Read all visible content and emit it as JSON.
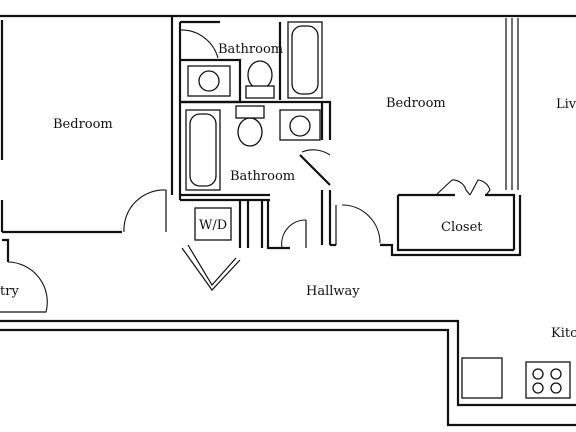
{
  "rooms": {
    "bedroom_left": "Bedroom",
    "bathroom_top": "Bathroom",
    "bedroom_right": "Bedroom",
    "living_partial": "Liv",
    "bathroom_lower": "Bathroom",
    "washer_dryer": "W/D",
    "closet": "Closet",
    "hallway": "Hallway",
    "entry_partial": "try",
    "kitchen_partial": "Kitc"
  },
  "colors": {
    "line": "#111111",
    "background": "#ffffff"
  }
}
